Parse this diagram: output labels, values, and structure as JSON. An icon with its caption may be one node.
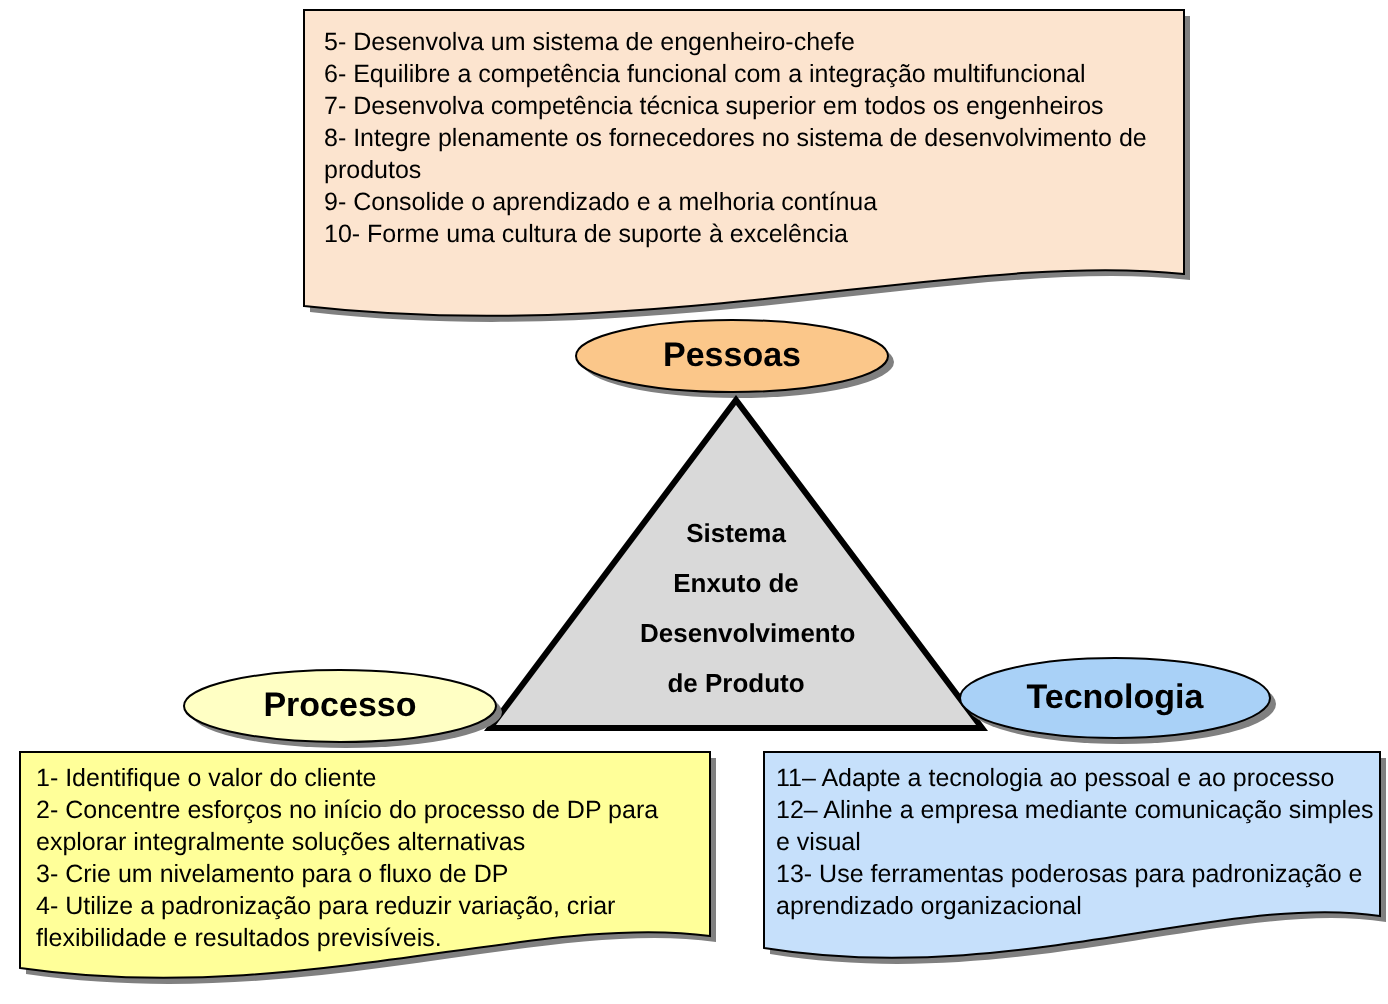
{
  "diagram": {
    "nodes": [
      {
        "text": [
          "5- Desenvolva um sistema de engenheiro-chefe",
          "6- Equilibre a competência funcional com a integração multifuncional",
          "7- Desenvolva competência técnica superior em todos os engenheiros",
          "8- Integre plenamente os fornecedores no sistema de desenvolvimento de produtos",
          "9- Consolide o aprendizado e a melhoria contínua",
          "10- Forme uma cultura de suporte à excelência"
        ]
      },
      {
        "text": [
          "Pessoas"
        ]
      },
      {
        "text": [
          "Sistema Enxuto de Desenvolvimento de Produto"
        ]
      },
      {
        "text": [
          "Processo"
        ]
      },
      {
        "text": [
          "1- Identifique o valor do cliente",
          "2- Concentre esforços no início do processo de DP para explorar integralmente soluções alternativas",
          "3- Crie um nivelamento para o fluxo de DP",
          "4- Utilize a padronização para reduzir variação, criar flexibilidade e resultados previsíveis."
        ]
      },
      {
        "text": [
          "Tecnologia"
        ]
      },
      {
        "text": [
          "11– Adapte a tecnologia ao pessoal e ao processo",
          "12– Alinhe a empresa mediante comunicação simples e visual",
          "13- Use ferramentas poderosas para padronização e aprendizado organizacional"
        ]
      }
    ],
    "edges": []
  }
}
